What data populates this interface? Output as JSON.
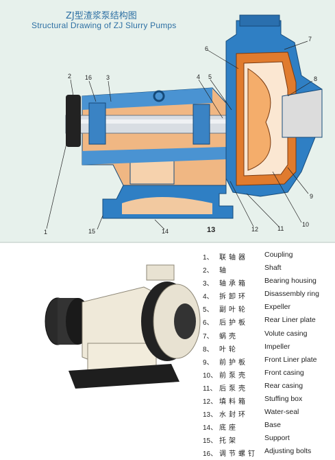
{
  "title_cn": "ZJ型渣浆泵结构图",
  "title_en": "Structural Drawing of ZJ Slurry Pumps",
  "callouts": [
    "1",
    "2",
    "3",
    "4",
    "5",
    "6",
    "7",
    "8",
    "9",
    "10",
    "11",
    "12",
    "13",
    "14",
    "15",
    "16"
  ],
  "legend": [
    {
      "num": "1、",
      "cn": "联轴器",
      "en": "Coupling"
    },
    {
      "num": "2、",
      "cn": "轴",
      "en": "Shaft"
    },
    {
      "num": "3、",
      "cn": "轴承箱",
      "en": "Bearing housing"
    },
    {
      "num": "4、",
      "cn": "拆卸环",
      "en": "Disassembly ring"
    },
    {
      "num": "5、",
      "cn": "副叶轮",
      "en": "Expeller"
    },
    {
      "num": "6、",
      "cn": "后护板",
      "en": "Rear Liner plate"
    },
    {
      "num": "7、",
      "cn": "蜗壳",
      "en": "Volute casing"
    },
    {
      "num": "8、",
      "cn": "叶轮",
      "en": "Impeller"
    },
    {
      "num": "9、",
      "cn": "前护板",
      "en": "Front Liner plate"
    },
    {
      "num": "10、",
      "cn": "前泵壳",
      "en": "Front casing"
    },
    {
      "num": "11、",
      "cn": "后泵壳",
      "en": "Rear casing"
    },
    {
      "num": "12、",
      "cn": "填料箱",
      "en": "Stuffing box"
    },
    {
      "num": "13、",
      "cn": "水封环",
      "en": "Water-seal"
    },
    {
      "num": "14、",
      "cn": "底座",
      "en": "Base"
    },
    {
      "num": "15、",
      "cn": "托架",
      "en": "Support"
    },
    {
      "num": "16、",
      "cn": "调节螺钉",
      "en": "Adjusting bolts"
    }
  ]
}
